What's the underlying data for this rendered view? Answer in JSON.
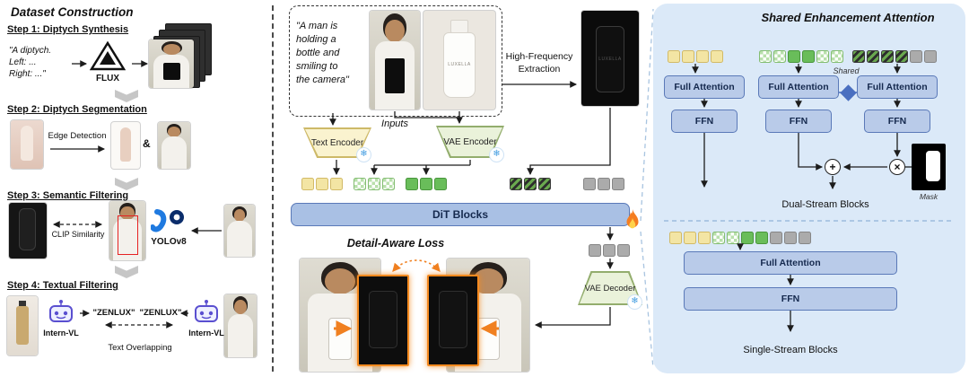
{
  "colors": {
    "box_blue": "#b9cbe9",
    "box_blue_border": "#5a79b8",
    "panel_blue": "#dbe9f8",
    "token_yellow": "#f3e5a4",
    "token_green": "#69bd5a",
    "token_gray": "#ababab",
    "accent_orange": "#f08020",
    "encoder_yellow": "#faf3cf",
    "encoder_green": "#eaf2da"
  },
  "left": {
    "title": "Dataset Construction",
    "step1": {
      "heading": "Step 1: Diptych Synthesis",
      "prompt_lines": [
        "\"A diptych.",
        "Left: ...",
        "Right: ...\""
      ],
      "flux": "FLUX"
    },
    "step2": {
      "heading": "Step 2: Diptych Segmentation",
      "edge": "Edge Detection",
      "amp": "&"
    },
    "step3": {
      "heading": "Step 3: Semantic Filtering",
      "clip": "CLIP Similarity",
      "yolo": "YOLOv8"
    },
    "step4": {
      "heading": "Step 4: Textual Filtering",
      "internvl": "Intern-VL",
      "zenlux_left": "\"ZENLUX\"",
      "zenlux_right": "\"ZENLUX\"",
      "overlap": "Text Overlapping"
    }
  },
  "middle": {
    "prompt_lines": [
      "\"A man is",
      "holding a",
      "bottle and",
      "smiling to",
      "the camera\""
    ],
    "inputs": "Inputs",
    "hf_line1": "High-Frequency",
    "hf_line2": "Extraction",
    "text_encoder": "Text Encoder",
    "vae_encoder": "VAE Encoder",
    "vae_decoder": "VAE Decoder",
    "dit": "DiT Blocks",
    "loss": "Detail-Aware Loss",
    "brand": "LUXELLA"
  },
  "right": {
    "title": "Shared Enhancement Attention",
    "full_attention": "Full Attention",
    "ffn": "FFN",
    "shared": "Shared",
    "mask": "Mask",
    "plus": "+",
    "times": "×",
    "dual": "Dual-Stream Blocks",
    "single": "Single-Stream Blocks"
  },
  "icons": {
    "snowflake": "❄"
  }
}
